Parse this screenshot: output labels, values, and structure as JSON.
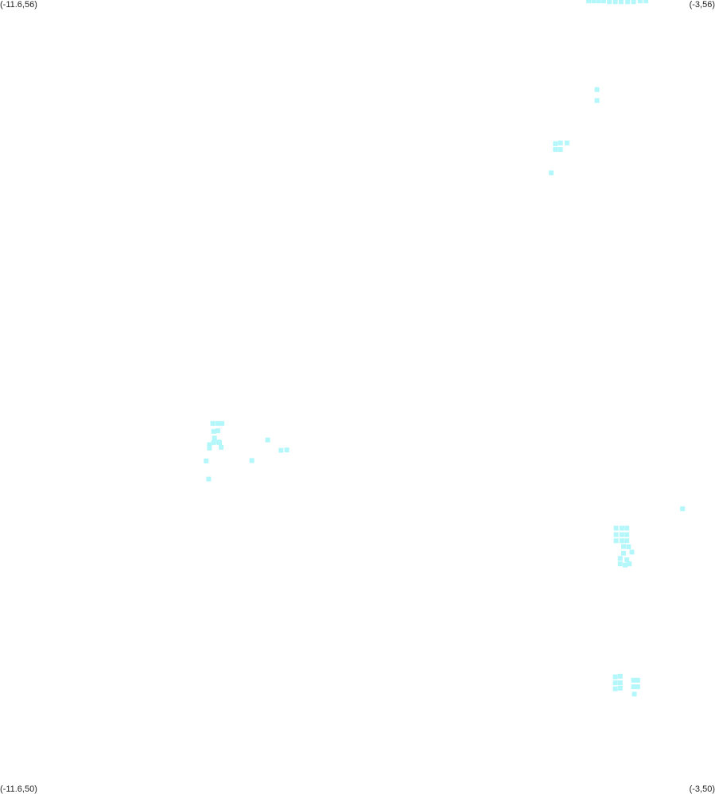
{
  "map": {
    "corner_labels": {
      "top_left": "(-11.6,56)",
      "top_right": "(-3,56)",
      "bottom_left": "(-11.6,50)",
      "bottom_right": "(-3,50)"
    },
    "extent": {
      "lon_min": -11.6,
      "lon_max": -3,
      "lat_min": 50,
      "lat_max": 56
    },
    "cell_color": "#b3f7fb",
    "cells": [
      [
        -4.52,
        55.993
      ],
      [
        -4.46,
        55.993
      ],
      [
        -4.4,
        55.993
      ],
      [
        -4.34,
        55.993
      ],
      [
        -4.27,
        55.987
      ],
      [
        -4.2,
        55.987
      ],
      [
        -4.13,
        55.987
      ],
      [
        -4.05,
        55.987
      ],
      [
        -3.98,
        55.987
      ],
      [
        -3.9,
        55.993
      ],
      [
        -3.83,
        55.993
      ],
      [
        -4.42,
        55.323
      ],
      [
        -4.42,
        55.24
      ],
      [
        -4.92,
        54.914
      ],
      [
        -4.86,
        54.92
      ],
      [
        -4.78,
        54.92
      ],
      [
        -4.92,
        54.87
      ],
      [
        -4.86,
        54.87
      ],
      [
        -4.97,
        54.694
      ],
      [
        -9.04,
        52.8
      ],
      [
        -8.98,
        52.8
      ],
      [
        -8.93,
        52.8
      ],
      [
        -9.03,
        52.74
      ],
      [
        -8.98,
        52.745
      ],
      [
        -9.02,
        52.69
      ],
      [
        -8.97,
        52.66
      ],
      [
        -9.08,
        52.64
      ],
      [
        -9.03,
        52.655
      ],
      [
        -8.96,
        52.655
      ],
      [
        -9.08,
        52.614
      ],
      [
        -8.94,
        52.62
      ],
      [
        -8.38,
        52.675
      ],
      [
        -8.22,
        52.597
      ],
      [
        -8.15,
        52.6
      ],
      [
        -9.12,
        52.517
      ],
      [
        -8.57,
        52.52
      ],
      [
        -9.09,
        52.38
      ],
      [
        -3.39,
        52.155
      ],
      [
        -4.19,
        52.009
      ],
      [
        -4.12,
        52.009
      ],
      [
        -4.06,
        52.009
      ],
      [
        -4.19,
        51.96
      ],
      [
        -4.12,
        51.96
      ],
      [
        -4.06,
        51.96
      ],
      [
        -4.19,
        51.914
      ],
      [
        -4.12,
        51.914
      ],
      [
        -4.06,
        51.914
      ],
      [
        -4.1,
        51.87
      ],
      [
        -4.04,
        51.868
      ],
      [
        -4.1,
        51.82
      ],
      [
        -4.0,
        51.828
      ],
      [
        -4.14,
        51.78
      ],
      [
        -4.06,
        51.77
      ],
      [
        -4.08,
        51.73
      ],
      [
        -4.14,
        51.74
      ],
      [
        -4.03,
        51.74
      ],
      [
        -4.2,
        50.885
      ],
      [
        -4.14,
        50.89
      ],
      [
        -4.2,
        50.84
      ],
      [
        -4.14,
        50.84
      ],
      [
        -3.98,
        50.86
      ],
      [
        -3.93,
        50.86
      ],
      [
        -3.98,
        50.81
      ],
      [
        -3.93,
        50.81
      ],
      [
        -4.2,
        50.795
      ],
      [
        -4.14,
        50.8
      ],
      [
        -3.97,
        50.755
      ]
    ]
  }
}
